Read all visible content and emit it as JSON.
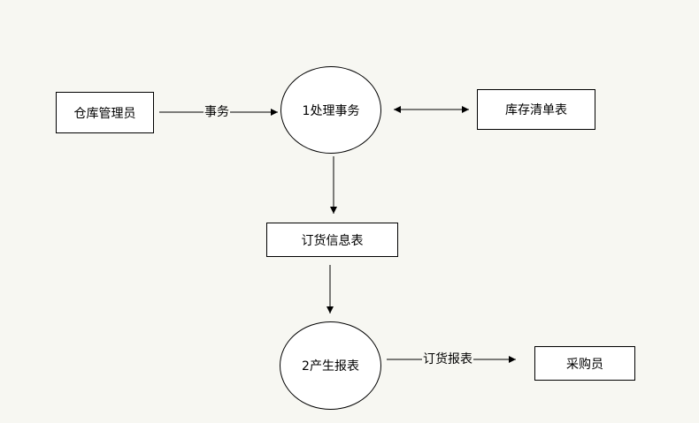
{
  "nodes": {
    "warehouse_manager": "仓库管理员",
    "process_transaction": "1处理事务",
    "inventory_list": "库存清单表",
    "order_info": "订货信息表",
    "generate_report": "2产生报表",
    "purchaser": "采购员"
  },
  "edges": {
    "transaction": "事务",
    "order_report": "订货报表"
  }
}
